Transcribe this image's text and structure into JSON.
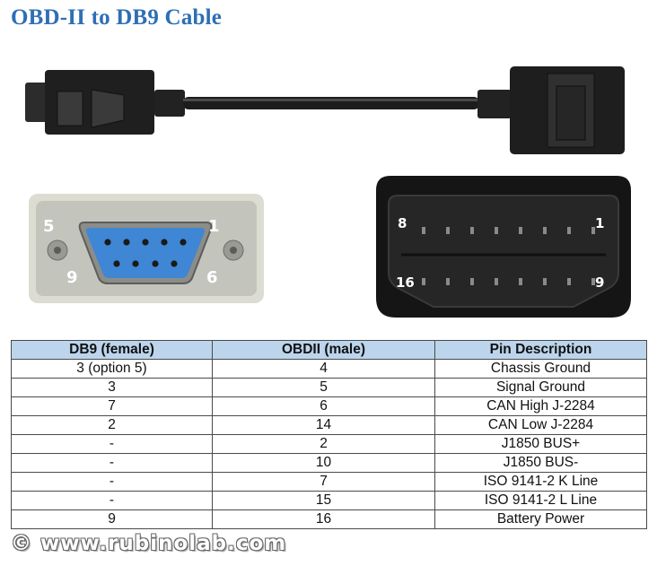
{
  "title": "OBD-II to DB9 Cable",
  "figures": {
    "db9_pin_labels": {
      "top_left": "5",
      "top_right": "1",
      "bottom_left": "9",
      "bottom_right": "6"
    },
    "obd_pin_labels": {
      "top_left": "8",
      "top_right": "1",
      "bottom_left": "16",
      "bottom_right": "9"
    }
  },
  "table": {
    "headers": [
      "DB9 (female)",
      "OBDII (male)",
      "Pin Description"
    ],
    "rows": [
      [
        "3 (option 5)",
        "4",
        "Chassis Ground"
      ],
      [
        "3",
        "5",
        "Signal Ground"
      ],
      [
        "7",
        "6",
        "CAN High J-2284"
      ],
      [
        "2",
        "14",
        "CAN Low J-2284"
      ],
      [
        "-",
        "2",
        "J1850 BUS+"
      ],
      [
        "-",
        "10",
        "J1850 BUS-"
      ],
      [
        "-",
        "7",
        "ISO 9141-2 K Line"
      ],
      [
        "-",
        "15",
        "ISO 9141-2 L Line"
      ],
      [
        "9",
        "16",
        "Battery Power"
      ]
    ]
  },
  "copyright": "© www.rubinolab.com",
  "colors": {
    "title": "#2e6fb5",
    "header_bg": "#bcd5ec",
    "db9_insert": "#3f86d4"
  }
}
